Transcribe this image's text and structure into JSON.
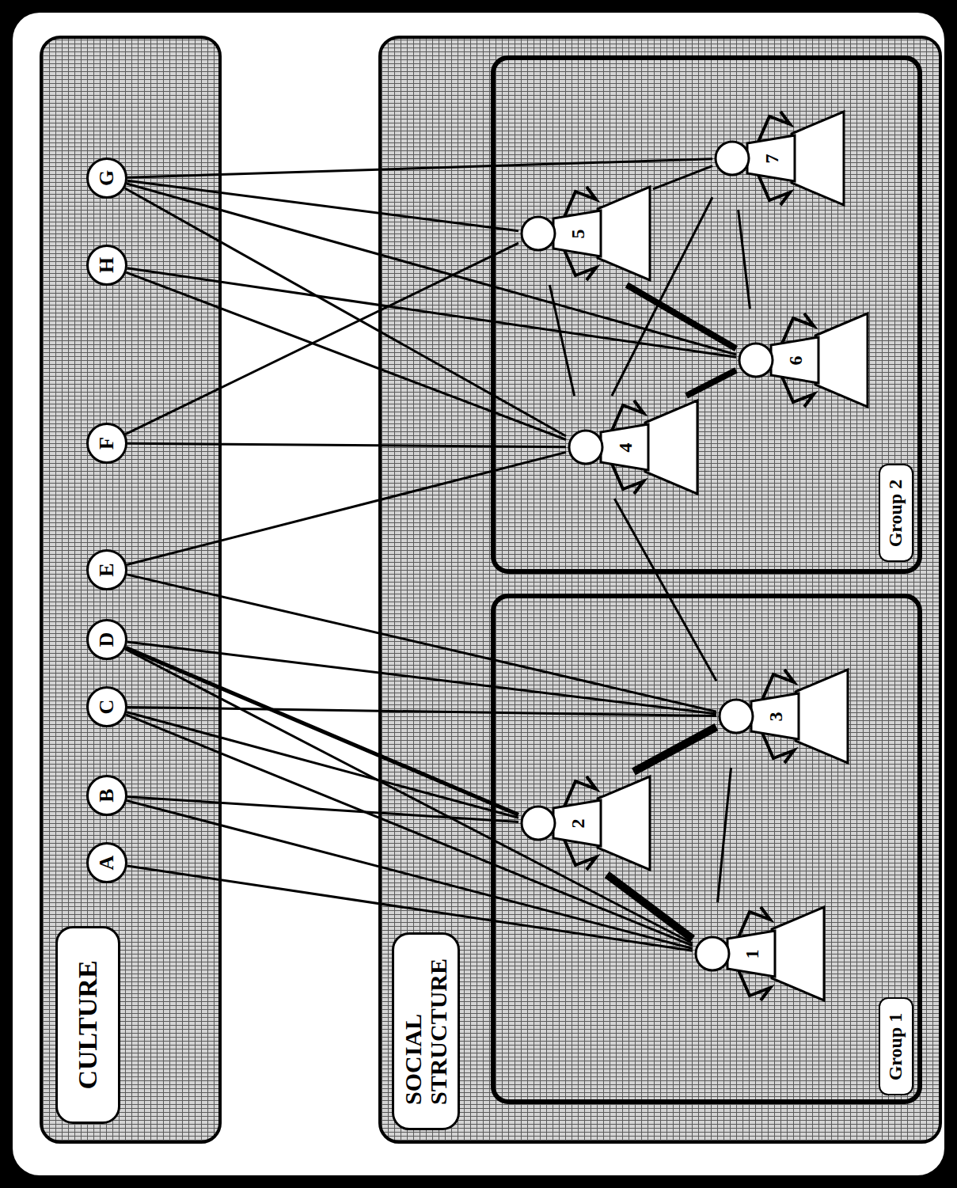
{
  "diagram": {
    "nodes": [
      {
        "text": [
          "CULTURE"
        ]
      },
      {
        "text": [
          "A"
        ],
        "in": 0
      },
      {
        "text": [
          "B"
        ],
        "in": 0
      },
      {
        "text": [
          "C"
        ],
        "in": 0
      },
      {
        "text": [
          "D"
        ],
        "in": 0
      },
      {
        "text": [
          "E"
        ],
        "in": 0
      },
      {
        "text": [
          "F"
        ],
        "in": 0
      },
      {
        "text": [
          "H"
        ],
        "in": 0
      },
      {
        "text": [
          "G"
        ],
        "in": 0
      },
      {
        "text": [
          "SOCIAL STRUCTURE"
        ]
      },
      {
        "text": [
          "Group 1"
        ],
        "in": 9
      },
      {
        "text": [
          "1"
        ],
        "in": 10
      },
      {
        "text": [
          "2"
        ],
        "in": 10
      },
      {
        "text": [
          "3"
        ],
        "in": 10
      },
      {
        "text": [
          "Group 2"
        ],
        "in": 9
      },
      {
        "text": [
          "4"
        ],
        "in": 14
      },
      {
        "text": [
          "5"
        ],
        "in": 14
      },
      {
        "text": [
          "6"
        ],
        "in": 14
      },
      {
        "text": [
          "7"
        ],
        "in": 14
      }
    ],
    "edges": [
      {
        "from": 1,
        "to": 11,
        "arrow": "none"
      },
      {
        "from": 2,
        "to": 11,
        "arrow": "none"
      },
      {
        "from": 2,
        "to": 12,
        "arrow": "none"
      },
      {
        "from": 3,
        "to": 11,
        "arrow": "none"
      },
      {
        "from": 3,
        "to": 12,
        "arrow": "none"
      },
      {
        "from": 3,
        "to": 13,
        "arrow": "none"
      },
      {
        "from": 4,
        "to": 11,
        "arrow": "none"
      },
      {
        "from": 4,
        "to": 12,
        "arrow": "none"
      },
      {
        "from": 4,
        "to": 13,
        "arrow": "none"
      },
      {
        "from": 5,
        "to": 13,
        "arrow": "none"
      },
      {
        "from": 5,
        "to": 15,
        "arrow": "none"
      },
      {
        "from": 6,
        "to": 15,
        "arrow": "none"
      },
      {
        "from": 6,
        "to": 16,
        "arrow": "none"
      },
      {
        "from": 7,
        "to": 15,
        "arrow": "none"
      },
      {
        "from": 7,
        "to": 17,
        "arrow": "none"
      },
      {
        "from": 8,
        "to": 15,
        "arrow": "none"
      },
      {
        "from": 8,
        "to": 16,
        "arrow": "none"
      },
      {
        "from": 8,
        "to": 17,
        "arrow": "none"
      },
      {
        "from": 8,
        "to": 18,
        "arrow": "none"
      },
      {
        "from": 11,
        "to": 12,
        "arrow": "none"
      },
      {
        "from": 12,
        "to": 13,
        "arrow": "none"
      },
      {
        "from": 11,
        "to": 13,
        "arrow": "none"
      },
      {
        "from": 13,
        "to": 15,
        "arrow": "none"
      },
      {
        "from": 15,
        "to": 17,
        "arrow": "none"
      },
      {
        "from": 16,
        "to": 17,
        "arrow": "none"
      },
      {
        "from": 15,
        "to": 16,
        "arrow": "none"
      },
      {
        "from": 17,
        "to": 18,
        "arrow": "none"
      },
      {
        "from": 16,
        "to": 18,
        "arrow": "none"
      },
      {
        "from": 15,
        "to": 18,
        "arrow": "none"
      }
    ]
  }
}
